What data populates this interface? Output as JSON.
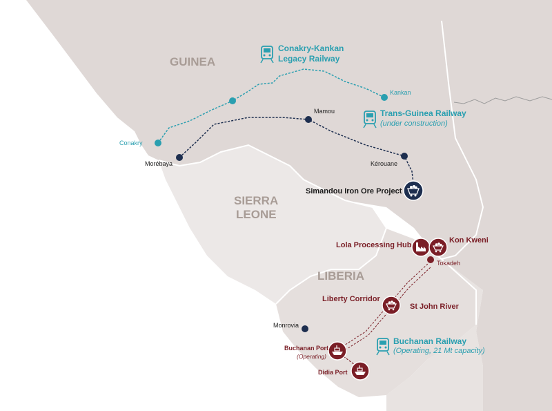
{
  "countries": {
    "guinea": "GUINEA",
    "sierra_leone_line1": "SIERRA",
    "sierra_leone_line2": "LEONE",
    "liberia": "LIBERIA"
  },
  "cities": {
    "conakry": "Conakry",
    "morebaya": "Morébaya",
    "mamou": "Mamou",
    "kerouane": "Kérouane",
    "kankan": "Kankan",
    "monrovia": "Monrovia",
    "tokadeh": "Tokadeh"
  },
  "railways": {
    "legacy_line1": "Conakry-Kankan",
    "legacy_line2": "Legacy Railway",
    "trans_guinea_line1": "Trans-Guinea Railway",
    "trans_guinea_line2": "(under construction)",
    "buchanan_line1": "Buchanan Railway",
    "buchanan_line2": "(Operating, 21 Mt capacity)"
  },
  "sites": {
    "simandou": "Simandou Iron Ore Project",
    "lola": "Lola Processing Hub",
    "kon_kweni": "Kon Kweni",
    "liberty": "Liberty Corridor",
    "st_john": "St John River",
    "buchanan_port": "Buchanan Port",
    "buchanan_port_status": "(Operating)",
    "didia_port": "Didia Port"
  },
  "colors": {
    "land_guinea": "#dfd8d6",
    "land_sierra_leone": "#ece8e7",
    "land_liberia": "#e5dfdd",
    "legacy_rail": "#2a9fb0",
    "trans_guinea_rail": "#1d2e4f",
    "buchanan_rail": "#7a1e26",
    "river": "#9c9c9c"
  },
  "icons": {
    "train": "train-icon",
    "ore_cart": "ore-cart-icon",
    "ship": "ship-icon",
    "factory": "factory-icon"
  }
}
